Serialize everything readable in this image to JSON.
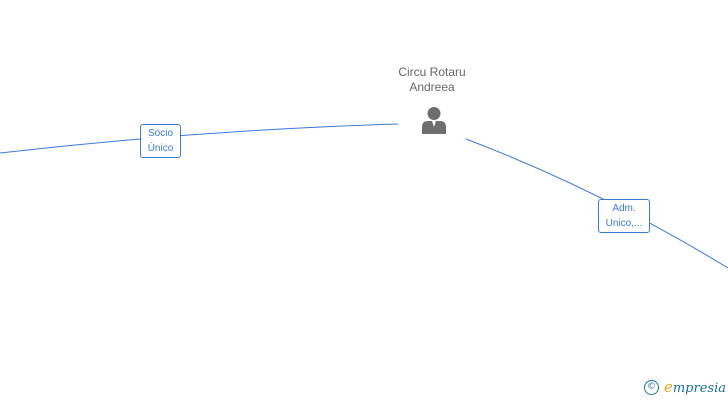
{
  "person": {
    "name_line1": "Circu Rotaru",
    "name_line2": "Andreea",
    "icon": "person-icon"
  },
  "relations": [
    {
      "label_line1": "Socio",
      "label_line2": "Único"
    },
    {
      "label_line1": "Adm.",
      "label_line2": "Unico,..."
    }
  ],
  "brand": {
    "copyright_symbol": "©",
    "initial": "e",
    "name_rest": "mpresia"
  },
  "colors": {
    "edge": "#3a7bd5",
    "person_icon": "#6e6e6e",
    "name_text": "#666666",
    "brand_initial": "#e8a020",
    "brand_text": "#1a6fa0"
  }
}
